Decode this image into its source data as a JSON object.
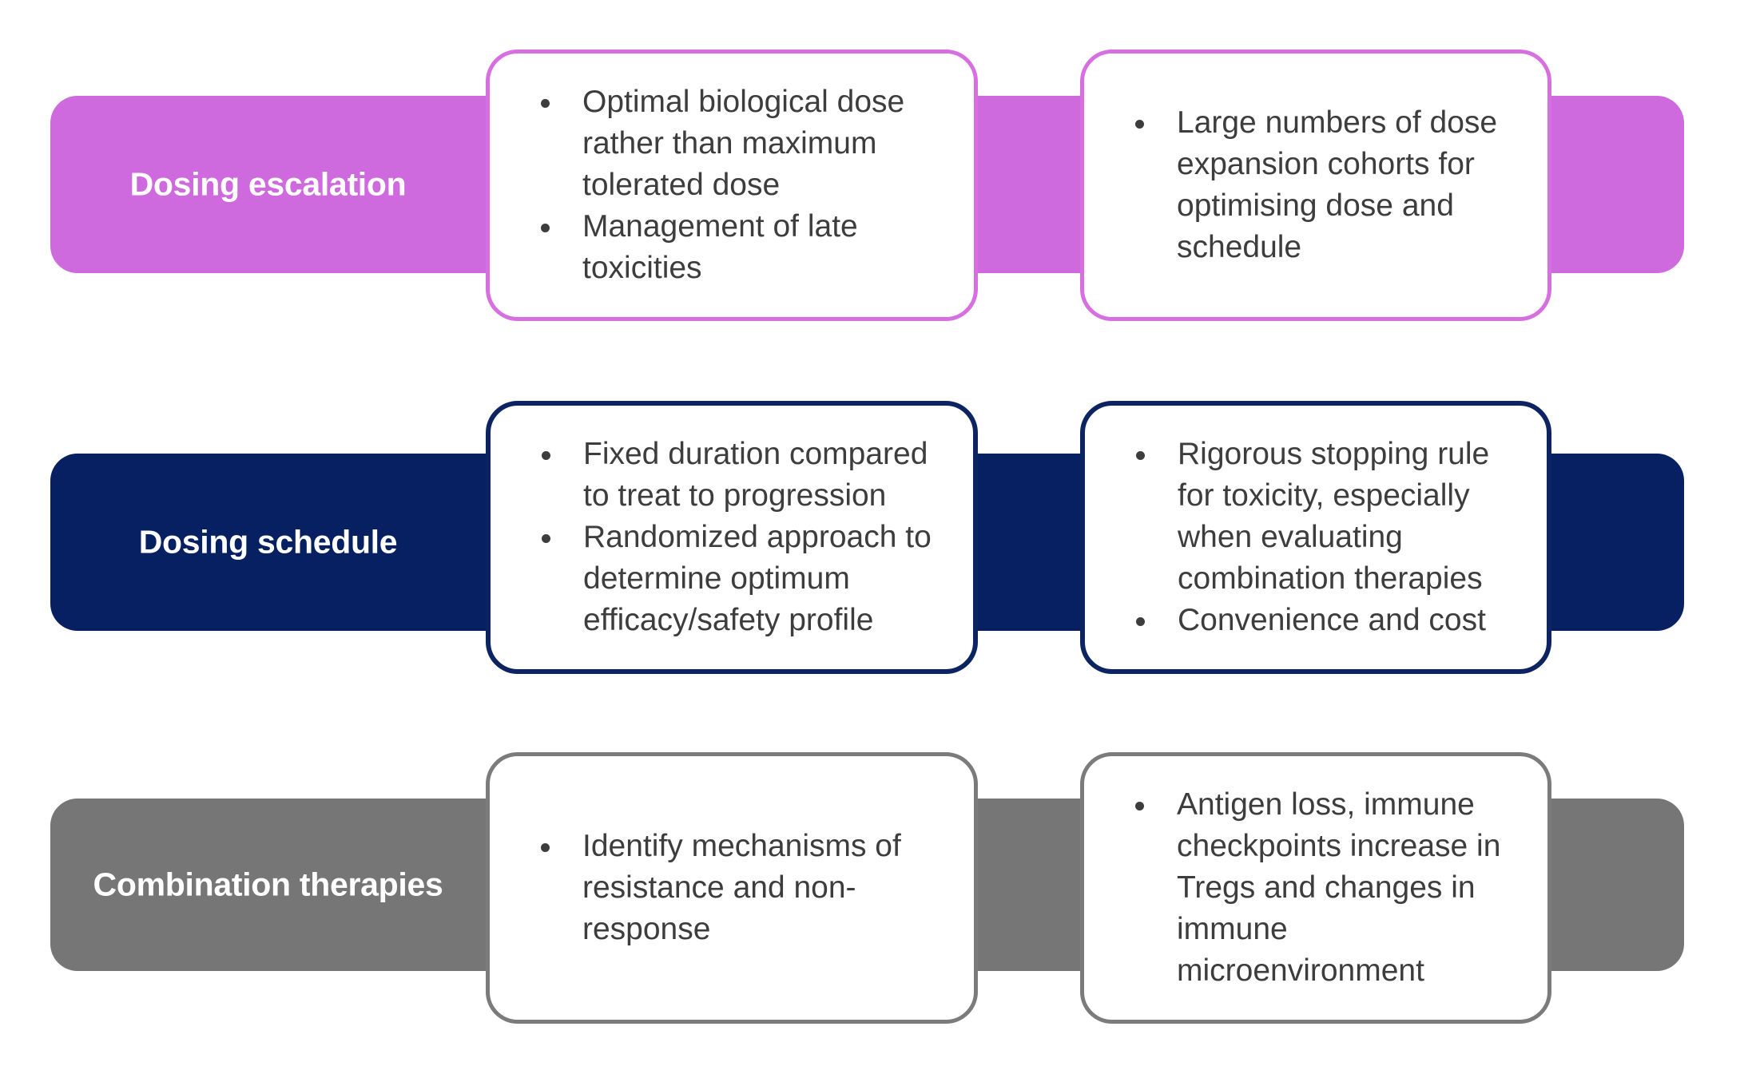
{
  "diagram": {
    "title_hidden": "",
    "text_color": "#3d3d3d",
    "background": "#ffffff",
    "rows": [
      {
        "id": "dosing-escalation",
        "label": "Dosing escalation",
        "band_color": "#ce6ade",
        "card_border_color": "#d86fe0",
        "cards": [
          {
            "bullets": [
              "Optimal biological dose rather than maximum tolerated dose",
              "Management of late toxicities"
            ]
          },
          {
            "bullets": [
              "Large numbers of dose expansion cohorts for optimising dose and schedule"
            ]
          }
        ]
      },
      {
        "id": "dosing-schedule",
        "label": "Dosing schedule",
        "band_color": "#062062",
        "card_border_color": "#0c2461",
        "cards": [
          {
            "bullets": [
              "Fixed duration compared to treat to progression",
              "Randomized approach to determine optimum efficacy/safety profile"
            ]
          },
          {
            "bullets": [
              "Rigorous stopping rule for toxicity, especially when evaluating combination therapies",
              "Convenience and cost"
            ]
          }
        ]
      },
      {
        "id": "combination-therapies",
        "label": "Combination therapies",
        "band_color": "#767676",
        "card_border_color": "#7b7b7b",
        "cards": [
          {
            "bullets": [
              "Identify mechanisms of resistance and non-response"
            ]
          },
          {
            "bullets": [
              "Antigen loss, immune checkpoints increase in Tregs and changes in immune microenvironment"
            ]
          }
        ]
      }
    ]
  }
}
